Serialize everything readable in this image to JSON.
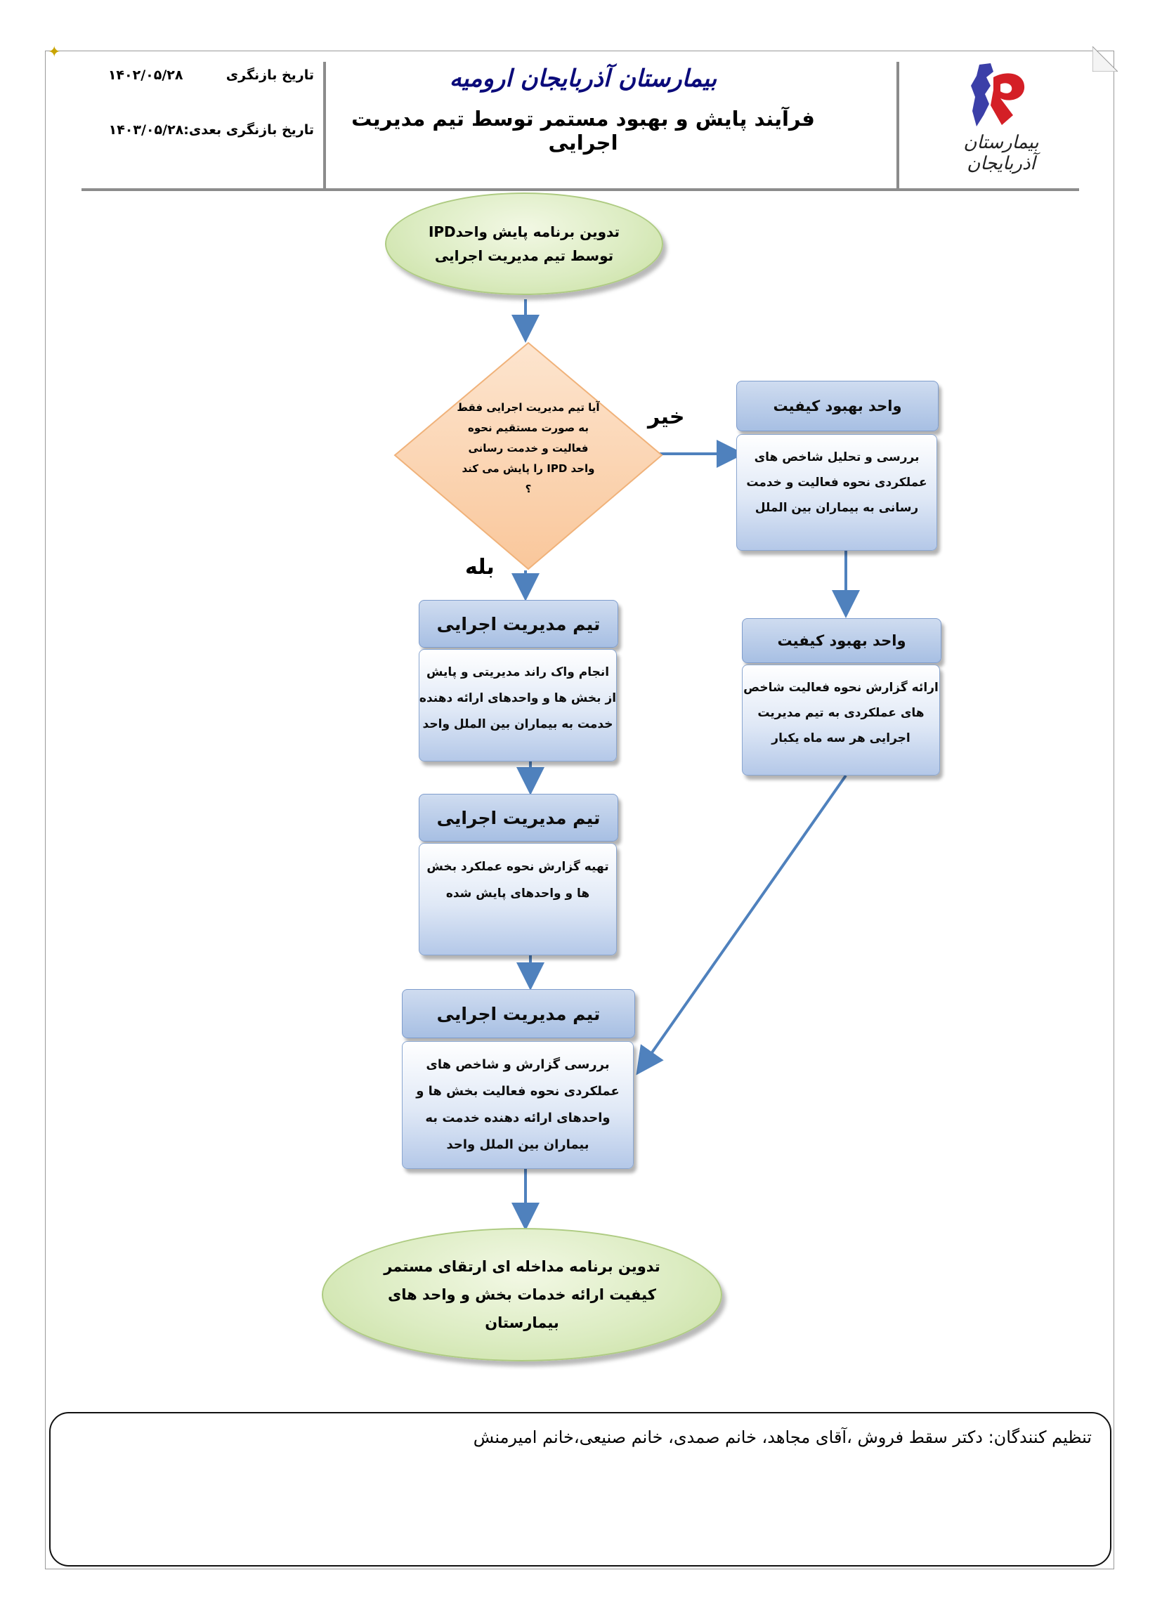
{
  "header": {
    "hospital_name": "بیمارستان آذربایجان ارومیه",
    "process_title": "فرآیند پایش  و بهبود مستمر  توسط تیم مدیریت اجرایی",
    "review_date_label": "تاریخ بازنگری",
    "review_date_value": "۱۴۰۲/۰۵/۲۸",
    "next_review_label": "تاریخ بازنگری بعدی:",
    "next_review_value": "۱۴۰۳/۰۵/۲۸",
    "logo_text": "بیمارستان آذربایجان",
    "logo_colors": {
      "blue": "#3b3fa8",
      "red": "#d41f26"
    }
  },
  "flow": {
    "start": {
      "lines": [
        "تدوین برنامه پایش واحدIPD",
        "توسط تیم مدیریت اجرایی"
      ]
    },
    "decision": {
      "lines": [
        "آیا تیم مدیریت اجرایی فقط",
        "به صورت مستقیم نحوه",
        "فعالیت و خدمت رسانی",
        "واحد  IPD را پایش می کند",
        "؟"
      ]
    },
    "no_label": "خیر",
    "yes_label": "بله",
    "quality_box_1": {
      "header": "واحد بهبود کیفیت",
      "lines": [
        "بررسی و تحلیل شاخص های",
        "عملکردی نحوه فعالیت و خدمت",
        "رسانی به بیماران بین الملل"
      ]
    },
    "quality_box_2": {
      "header": "واحد بهبود کیفیت",
      "lines": [
        "ارائه گزارش نحوه فعالیت شاخص",
        "های عملکردی به تیم مدیریت",
        "اجرایی هر سه ماه یکبار"
      ]
    },
    "exec_box_1": {
      "header": "تیم مدیریت اجرایی",
      "lines": [
        "انجام  واک راند مدیریتی و پایش",
        "از بخش ها و واحدهای ارائه دهنده",
        "خدمت به بیماران بین الملل واحد"
      ]
    },
    "exec_box_2": {
      "header": "تیم مدیریت اجرایی",
      "lines": [
        "تهیه گزارش نحوه عملکرد بخش",
        "ها و واحدهای پایش شده"
      ]
    },
    "exec_box_3": {
      "header": "تیم مدیریت اجرایی",
      "lines": [
        "بررسی گزارش و شاخص های",
        "عملکردی نحوه فعالیت بخش ها و",
        "واحدهای ارائه دهنده خدمت به",
        "بیماران بین الملل واحد"
      ]
    },
    "end": {
      "lines": [
        "تدوین برنامه مداخله ای ارتقای مستمر",
        "کیفیت ارائه خدمات بخش و واحد های",
        "بیمارستان"
      ]
    }
  },
  "footer": {
    "preparers": "تنظیم کنندگان: دکتر سقط فروش ،آقای مجاهد، خانم صمدی، خانم صنیعی،خانم امیرمنش"
  },
  "colors": {
    "arrow": "#4f81bd",
    "terminal_fill": "#d7e8bc",
    "decision_fill": "#fbd5b5",
    "box_header": "#b9cde9"
  }
}
